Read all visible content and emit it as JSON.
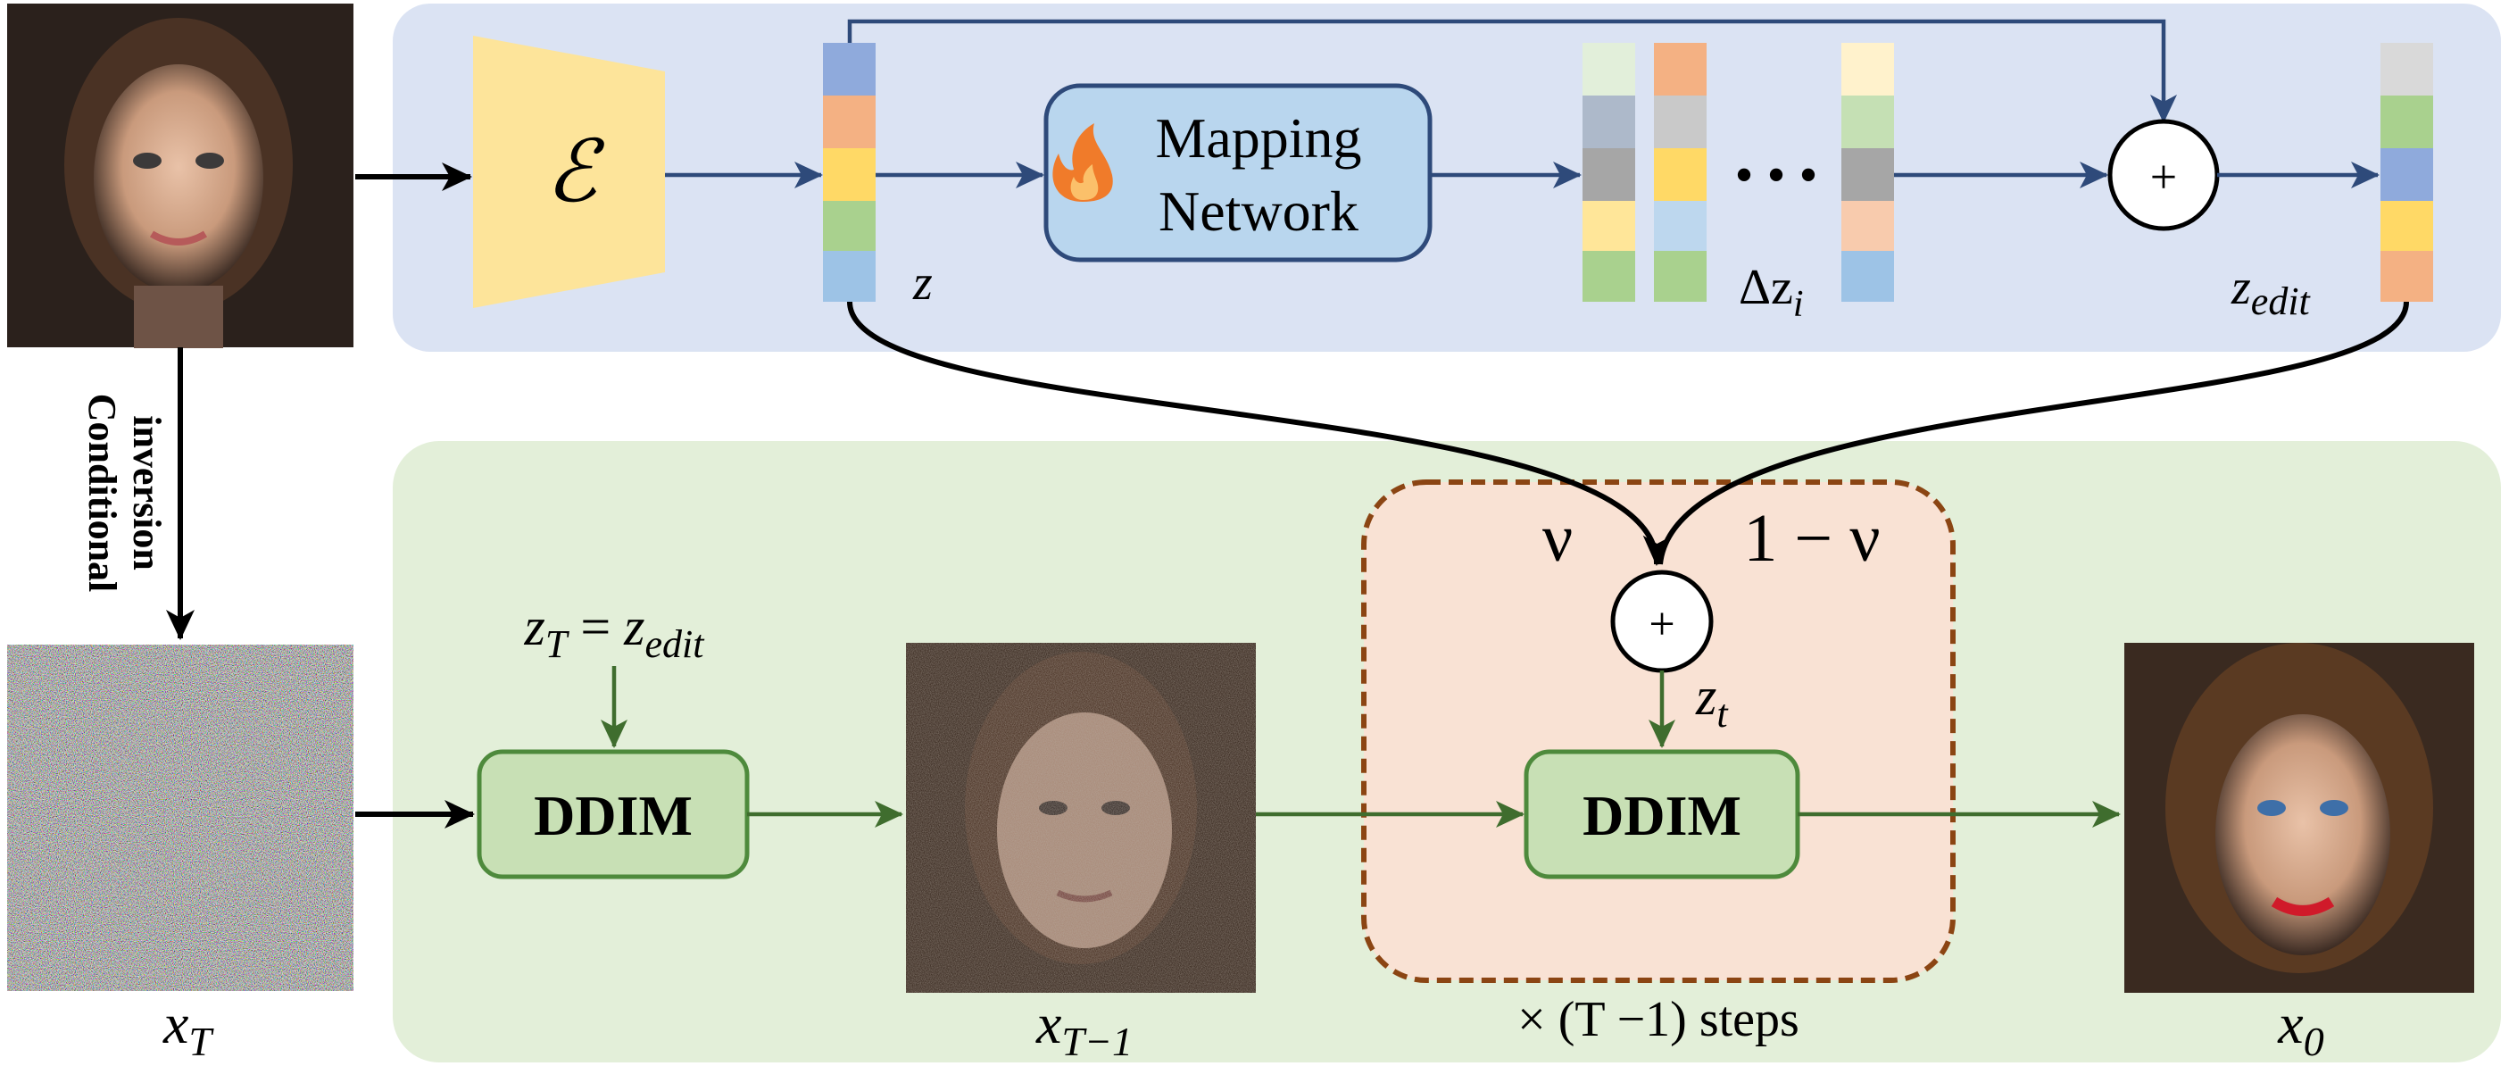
{
  "encoder": {
    "symbol": "ℰ"
  },
  "mapping_network": {
    "line1": "Mapping",
    "line2": "Network",
    "icon": "flame-icon"
  },
  "labels": {
    "z": "z",
    "delta_zi": "Δz",
    "delta_zi_sub": "i",
    "ellipsis": "• • •",
    "z_edit_base": "z",
    "z_edit_sub": "edit",
    "plus": "+",
    "conditional_line1": "Conditional",
    "conditional_line2": "inversion",
    "nu": "ν",
    "one_minus_nu": "1 − ν",
    "z_t_base": "z",
    "z_t_sub": "t",
    "zT_eq_base1": "z",
    "zT_eq_sub1": "T",
    "zT_eq_eq": " = ",
    "zT_eq_base2": "z",
    "zT_eq_sub2": "edit",
    "x_T_base": "x",
    "x_T_sub": "T",
    "x_Tm1_base": "x",
    "x_Tm1_sub": "T−1",
    "x_0_base": "x",
    "x_0_sub": "0",
    "steps": "× (T −1) steps"
  },
  "ddim_blocks": {
    "first": "DDIM",
    "second": "DDIM"
  },
  "colors": {
    "top_panel": "#dbe3f3",
    "bottom_panel": "#e3efd9",
    "loop_box": "#f9e2d4",
    "loop_border": "#8b4513",
    "encoder": "#fde49a",
    "mapping_fill": "#b9d6ee",
    "mapping_border": "#2e4a7a",
    "ddim_fill": "#c8e0b5",
    "ddim_border": "#4e8a3c",
    "arrow_blue": "#2e4a7a",
    "arrow_green": "#3f6d2e",
    "arrow_black": "#000000"
  }
}
